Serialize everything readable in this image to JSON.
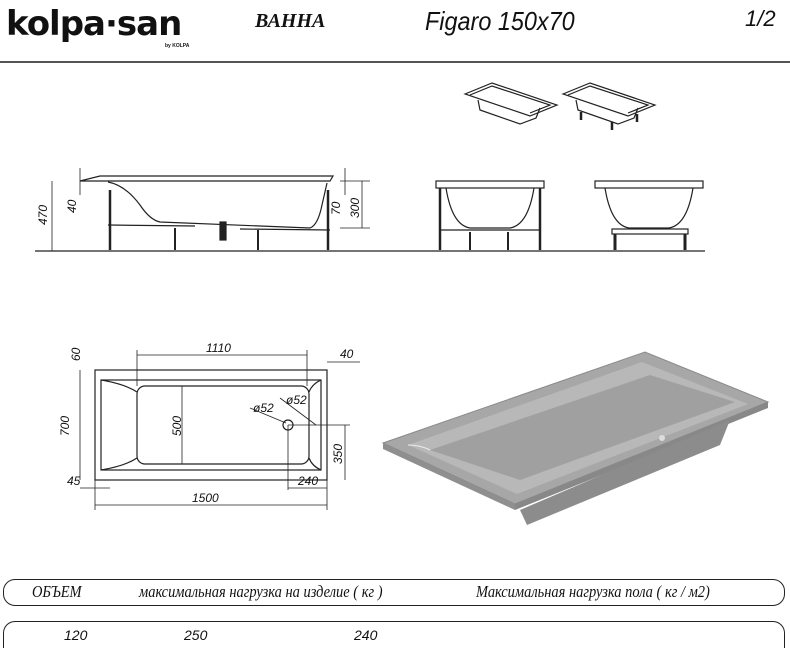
{
  "header": {
    "brand": "kolpa·san",
    "brand_sub": "by KOLPA",
    "product_type": "ВАННА",
    "model": "Figaro  150x70",
    "page": "1/2"
  },
  "side_view": {
    "dimensions": {
      "total_height": "470",
      "rim_left": "40",
      "rim_right": "70",
      "depth": "300"
    }
  },
  "top_view": {
    "dimensions": {
      "inner_length": "1110",
      "rim_top": "60",
      "rim_right": "40",
      "width": "700",
      "inner_width": "500",
      "drain_diameter": "ø52",
      "overflow_diameter": "ø52",
      "drain_offset_y": "350",
      "rim_left": "45",
      "drain_offset_x": "240",
      "length": "1500"
    }
  },
  "colors": {
    "line": "#222222",
    "render_light": "#bdbdbd",
    "render_mid": "#9a9a9a",
    "render_dark": "#7f7f7f"
  },
  "specs_table": {
    "headers": [
      "ОБЪЕМ",
      "максимальная нагрузка на изделие ( кг )",
      "Максимальная нагрузка пола ( кг / м2)"
    ],
    "values": [
      "120",
      "250",
      "240"
    ]
  }
}
